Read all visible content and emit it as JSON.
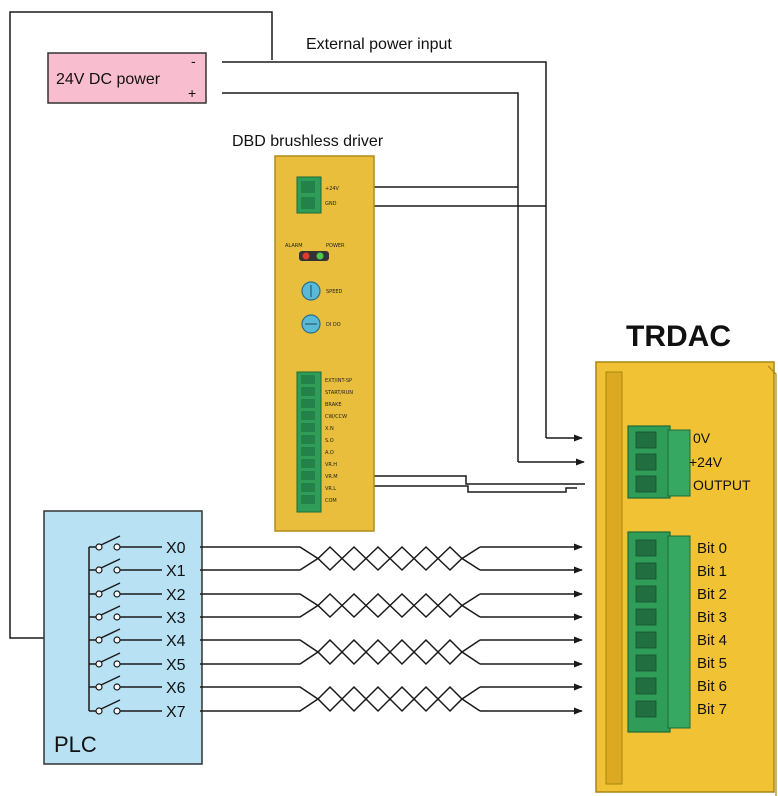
{
  "power_supply": {
    "label": "24V DC power",
    "minus": "-",
    "plus": "+"
  },
  "external_power_label": "External power input",
  "driver": {
    "title": "DBD brushless driver",
    "power_terminals": [
      "+24V",
      "GND"
    ],
    "leds": {
      "alarm": "ALARM",
      "power": "POWER"
    },
    "knobs": [
      "SPEED",
      "DI DO"
    ],
    "signal_terminals": [
      "EXT/INT-SP",
      "START/RUN",
      "BRAKE",
      "CW/CCW",
      "X.N",
      "S.O",
      "A.O",
      "VR.H",
      "VR.M",
      "VR.L",
      "COM"
    ]
  },
  "trdac": {
    "title": "TRDAC",
    "power_labels": [
      "0V",
      "+24V",
      "OUTPUT"
    ],
    "bit_labels": [
      "Bit 0",
      "Bit 1",
      "Bit 2",
      "Bit 3",
      "Bit 4",
      "Bit 5",
      "Bit 6",
      "Bit 7"
    ]
  },
  "plc": {
    "label": "PLC",
    "outputs": [
      "X0",
      "X1",
      "X2",
      "X3",
      "X4",
      "X5",
      "X6",
      "X7"
    ]
  },
  "colors": {
    "power_box": "#f9bdd0",
    "driver_body": "#e8be3c",
    "trdac_body": "#f1c233",
    "terminal_green": "#2f9d57",
    "plc_box": "#b8e2f4",
    "wire": "#1a1a1a"
  }
}
